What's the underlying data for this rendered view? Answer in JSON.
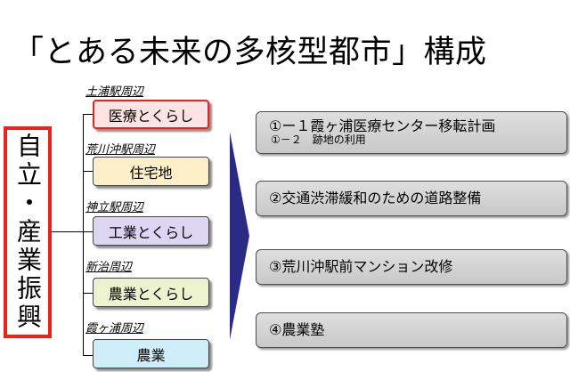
{
  "title": "「とある未来の多核型都市」構成",
  "root": {
    "label": "自立・産業振興",
    "border_color": "#e8231c"
  },
  "categories": [
    {
      "area": "土浦駅周辺",
      "label": "医療とくらし",
      "color": "#fde3e3",
      "border": "#e8231c"
    },
    {
      "area": "荒川沖駅周辺",
      "label": "住宅地",
      "color": "#fdf0c8",
      "border": "#444444"
    },
    {
      "area": "神立駅周辺",
      "label": "工業とくらし",
      "color": "#dcd6f2",
      "border": "#444444"
    },
    {
      "area": "新治周辺",
      "label": "農業とくらし",
      "color": "#eef3cf",
      "border": "#444444"
    },
    {
      "area": "霞ヶ浦周辺",
      "label": "農業",
      "color": "#cfeef8",
      "border": "#444444"
    }
  ],
  "arrow_color": "#2b2b86",
  "projects": [
    {
      "text": "①ー１霞ヶ浦医療センター移転計画",
      "sub": "①－２　跡地の利用"
    },
    {
      "text": "②交通渋滞緩和のための道路整備",
      "sub": ""
    },
    {
      "text": "③荒川沖駅前マンション改修",
      "sub": ""
    },
    {
      "text": "④農業塾",
      "sub": ""
    }
  ]
}
